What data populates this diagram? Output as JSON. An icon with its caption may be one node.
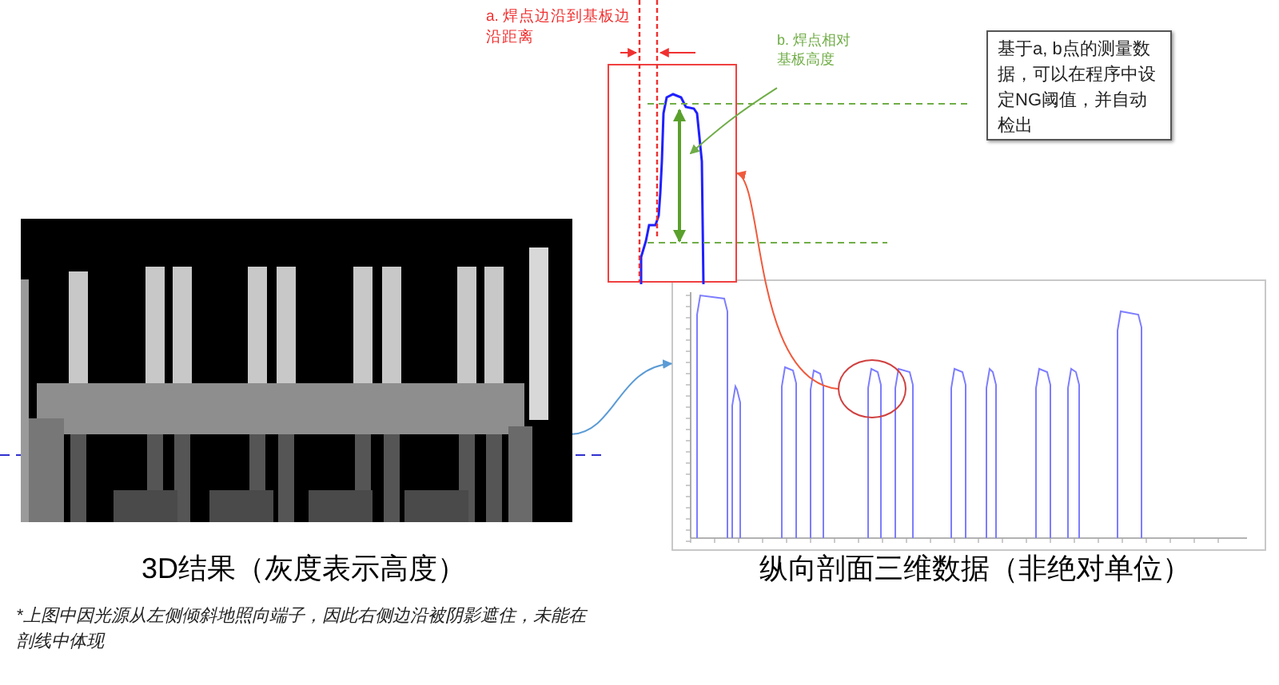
{
  "diagram": {
    "nodes": [
      {
        "text": [],
        "shape": "picture",
        "beside": [
          "3D结果（灰度表示高度）"
        ]
      },
      {
        "text": [],
        "shape": "picture",
        "beside": [
          "纵向剖面三维数据（非绝对单位）"
        ]
      },
      {
        "text": [],
        "shape": "circle",
        "in": 1
      },
      {
        "text": [],
        "shape": "picture"
      },
      {
        "text": [
          "基于a, b点的测量数据，可以在程序中设定NG阈值，并自动检出"
        ]
      },
      {
        "text": [
          "b. 焊点相对基板高度"
        ]
      }
    ],
    "edges": [
      {
        "from": 0,
        "to": 1,
        "arrow": "to",
        "color": "#5b9bd5"
      },
      {
        "from": 2,
        "to": 3,
        "arrow": "to",
        "color": "#f05a3c"
      },
      {
        "from": 5,
        "to": 3,
        "arrow": "to",
        "color": "#70ad47"
      }
    ],
    "labels": [
      "a. 焊点边沿到基板边沿距离",
      "*上图中因光源从左侧倾斜地照向端子，因此右侧边沿被阴影遮住，未能在剖线中体现"
    ]
  }
}
